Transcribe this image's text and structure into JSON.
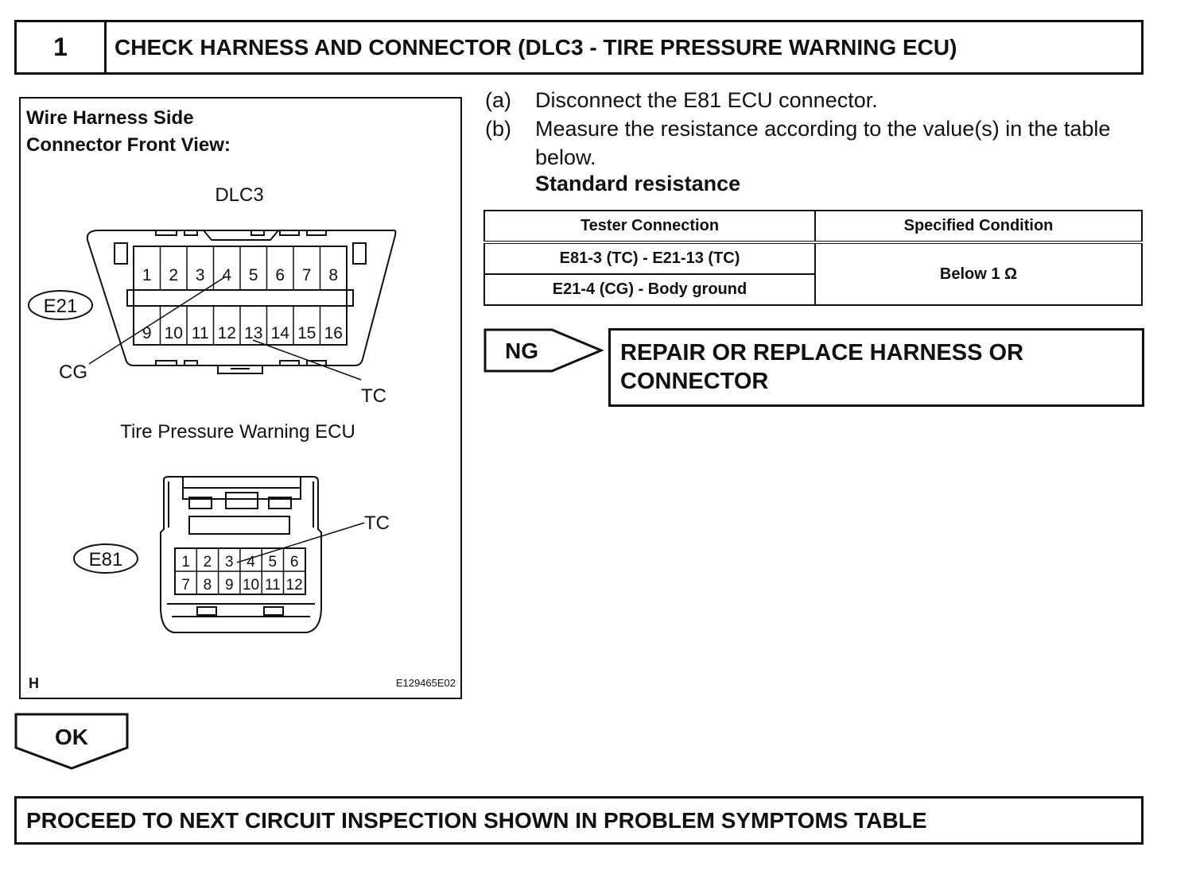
{
  "step": {
    "number": "1",
    "title": "CHECK HARNESS AND CONNECTOR (DLC3 - TIRE PRESSURE WARNING ECU)"
  },
  "figure": {
    "heading_line1": "Wire Harness Side",
    "heading_line2": "Connector Front View:",
    "dlc3": {
      "label": "DLC3",
      "connector_id": "E21",
      "pins_top": [
        "1",
        "2",
        "3",
        "4",
        "5",
        "6",
        "7",
        "8"
      ],
      "pins_bottom": [
        "9",
        "10",
        "11",
        "12",
        "13",
        "14",
        "15",
        "16"
      ],
      "callout_cg": "CG",
      "callout_tc": "TC"
    },
    "ecu": {
      "label": "Tire Pressure Warning ECU",
      "connector_id": "E81",
      "pins_top": [
        "1",
        "2",
        "3",
        "4",
        "5",
        "6"
      ],
      "pins_bottom": [
        "7",
        "8",
        "9",
        "10",
        "11",
        "12"
      ],
      "callout_tc": "TC"
    },
    "corner_letter": "H",
    "figure_code": "E129465E02"
  },
  "instructions": [
    {
      "label": "(a)",
      "text": "Disconnect the E81 ECU connector."
    },
    {
      "label": "(b)",
      "text": "Measure the resistance according to the value(s) in the table below."
    }
  ],
  "standard_label": "Standard resistance",
  "table": {
    "headers": [
      "Tester Connection",
      "Specified Condition"
    ],
    "rows": [
      "E81-3 (TC) - E21-13 (TC)",
      "E21-4 (CG) - Body ground"
    ],
    "condition": "Below 1 Ω"
  },
  "ng": {
    "arrow_label": "NG",
    "action": "REPAIR OR REPLACE HARNESS OR CONNECTOR"
  },
  "ok": {
    "arrow_label": "OK"
  },
  "proceed": "PROCEED TO NEXT CIRCUIT INSPECTION SHOWN IN PROBLEM SYMPTOMS TABLE"
}
